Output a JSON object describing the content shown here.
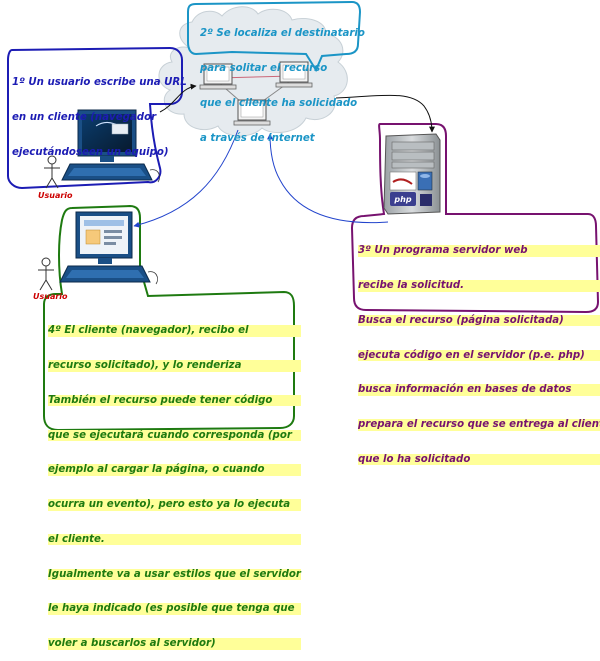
{
  "notes": {
    "step1": [
      "1º Un usuario escribe una URL",
      "en un cliente (navegador",
      "ejecutándoseen un equipo)"
    ],
    "step2": [
      "2º Se localiza el destinatario",
      "para solitar el recurso",
      "que el cliente ha solicidado",
      "a través de internet"
    ],
    "step3": [
      "3º Un programa servidor web",
      "recibe la solicitud.",
      "Busca el recurso (página solicitada)",
      "ejecuta código en el servidor (p.e. php)",
      "busca información en bases de datos",
      "prepara el recurso que se entrega al cliente",
      "que lo ha solicitado"
    ],
    "step4": [
      "4º El cliente (navegador), recibo el",
      "recurso solicitado), y lo renderiza",
      "También el recurso puede tener código",
      "que se ejecutará cuando corresponda (por",
      "ejemplo al cargar la página, o cuando",
      "ocurra un evento), pero esto ya lo ejecuta",
      "el cliente.",
      "Igualmente va a usar estilos que el servidor",
      "le haya indicado (es posible que tenga que",
      "voler a buscarlos al servidor)"
    ]
  },
  "actors": {
    "top": "Usuario",
    "bottom": "Usuario"
  },
  "server_logo": "php",
  "colors": {
    "step1": "#1c1cb4",
    "step2": "#1b95c6",
    "step3": "#77126f",
    "step4": "#1e7a10",
    "highlight": "#ffff99",
    "actor_label": "#cc0000",
    "cloud": "#e6ebef",
    "arrow_blue": "#2244cc"
  }
}
